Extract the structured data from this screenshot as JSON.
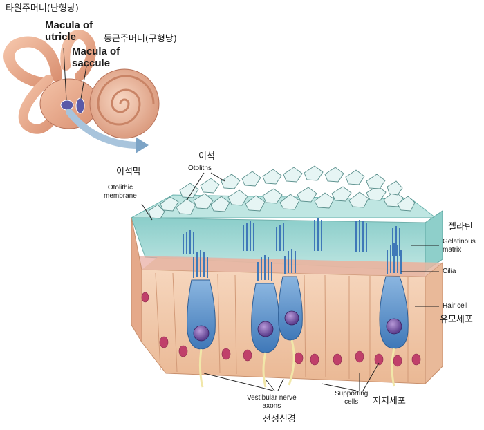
{
  "labels": {
    "utricle_ko": "타원주머니(난형낭)",
    "macula_utricle": [
      "Macula of",
      "utricle"
    ],
    "saccule_ko": "둥근주머니(구형낭)",
    "macula_saccule": [
      "Macula of",
      "saccule"
    ],
    "otoliths_ko": "이석",
    "otoliths_en": "Otoliths",
    "membrane_ko": "이석막",
    "membrane_en": [
      "Otolithic",
      "membrane"
    ],
    "gelatin_ko": "젤라틴",
    "gelatin_en": [
      "Gelatinous",
      "matrix"
    ],
    "cilia_en": "Cilia",
    "hair_cell_en": "Hair cell",
    "hair_cell_ko": "유모세포",
    "nerve_en": [
      "Vestibular nerve",
      "axons"
    ],
    "nerve_ko": "전정신경",
    "supporting_en": [
      "Supporting",
      "cells"
    ],
    "supporting_ko": "지지세포"
  },
  "colors": {
    "bone": "#e8a98c",
    "matrix": "#9fd6d2",
    "hair_cell": "#5b8fc9",
    "nucleus": "#7a5aa8",
    "tissue": "#f2c9a8",
    "support_nucleus": "#c0406a"
  }
}
